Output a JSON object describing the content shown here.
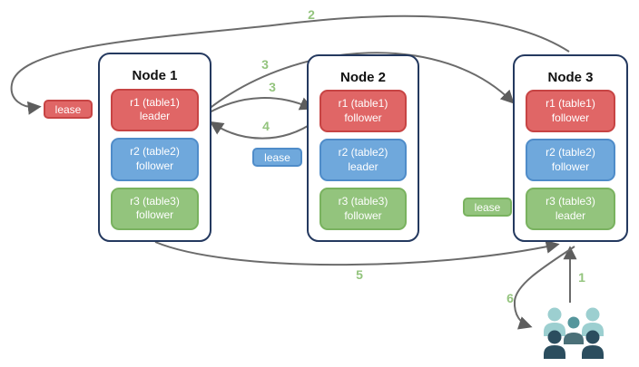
{
  "nodes": [
    {
      "title": "Node 1",
      "replicas": [
        {
          "name": "r1 (table1)",
          "role": "leader",
          "color": "#e06666"
        },
        {
          "name": "r2 (table2)",
          "role": "follower",
          "color": "#6fa8dc"
        },
        {
          "name": "r3 (table3)",
          "role": "follower",
          "color": "#93c47d"
        }
      ]
    },
    {
      "title": "Node 2",
      "replicas": [
        {
          "name": "r1 (table1)",
          "role": "follower",
          "color": "#e06666"
        },
        {
          "name": "r2 (table2)",
          "role": "leader",
          "color": "#6fa8dc"
        },
        {
          "name": "r3 (table3)",
          "role": "follower",
          "color": "#93c47d"
        }
      ]
    },
    {
      "title": "Node 3",
      "replicas": [
        {
          "name": "r1 (table1)",
          "role": "follower",
          "color": "#e06666"
        },
        {
          "name": "r2 (table2)",
          "role": "follower",
          "color": "#6fa8dc"
        },
        {
          "name": "r3 (table3)",
          "role": "leader",
          "color": "#93c47d"
        }
      ]
    }
  ],
  "leases": [
    {
      "label": "lease",
      "color": "#e06666"
    },
    {
      "label": "lease",
      "color": "#6fa8dc"
    },
    {
      "label": "lease",
      "color": "#93c47d"
    }
  ],
  "steps": {
    "s1": "1",
    "s2": "2",
    "s3a": "3",
    "s3b": "3",
    "s4": "4",
    "s5": "5",
    "s6": "6"
  },
  "icons": {
    "users": "users-group-icon"
  },
  "colors": {
    "node_border": "#24395f",
    "arrow": "#666666",
    "step_number": "#93c47d",
    "users_light_teal": "#9ccfd0",
    "users_medium_teal": "#55969c",
    "users_slate": "#4b7078",
    "users_dark": "#2b4d5e"
  }
}
